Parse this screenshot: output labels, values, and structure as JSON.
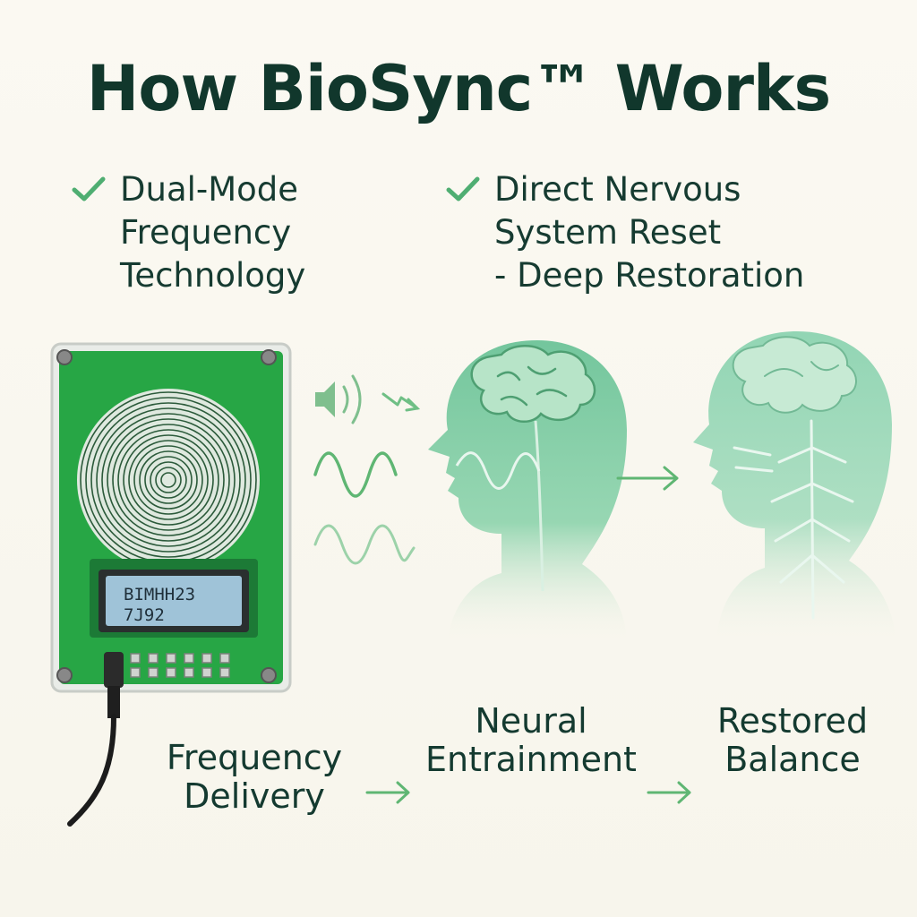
{
  "title": "How BioSync™ Works",
  "features": [
    {
      "icon": "check-icon",
      "lines": [
        "Dual-Mode",
        "Frequency",
        "Technology"
      ]
    },
    {
      "icon": "check-icon",
      "lines": [
        "Direct Nervous",
        "System Reset",
        "- Deep Restoration"
      ]
    }
  ],
  "device": {
    "display_lines": [
      "BIMHH23",
      "7J92"
    ]
  },
  "stages": [
    {
      "lines": [
        "Frequency",
        "Delivery"
      ]
    },
    {
      "lines": [
        "Neural",
        "Entrainment"
      ]
    },
    {
      "lines": [
        "Restored",
        "Balance"
      ]
    }
  ],
  "colors": {
    "accent": "#4fae72",
    "board": "#27a645",
    "head": "#7cc9a0",
    "text": "#123a2f"
  }
}
